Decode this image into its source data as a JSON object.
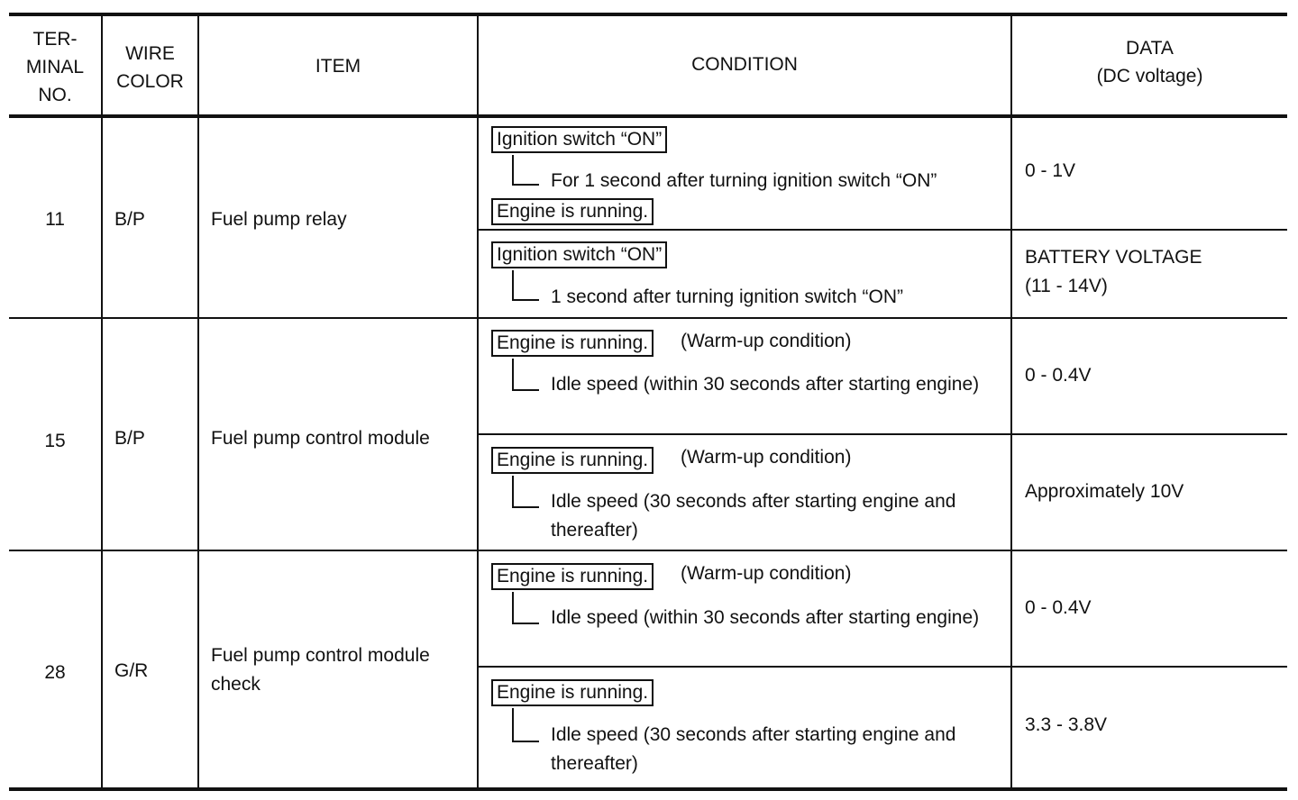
{
  "header": {
    "terminal": "TER-\nMINAL\nNO.",
    "wire": "WIRE\nCOLOR",
    "item": "ITEM",
    "condition": "CONDITION",
    "data": "DATA\n(DC voltage)"
  },
  "rows": [
    {
      "terminal": "11",
      "wire": "B/P",
      "item": "Fuel pump relay",
      "conditions": [
        {
          "box1": "Ignition switch “ON”",
          "sub": "For 1 second after turning ignition switch “ON”",
          "box2": "Engine is running.",
          "data": "0 - 1V"
        },
        {
          "box1": "Ignition switch “ON”",
          "sub": "1 second after turning ignition switch “ON”",
          "data": "BATTERY VOLTAGE\n(11 - 14V)"
        }
      ]
    },
    {
      "terminal": "15",
      "wire": "B/P",
      "item": "Fuel pump control module",
      "conditions": [
        {
          "box1": "Engine is running.",
          "note": "(Warm-up condition)",
          "sub": "Idle speed (within 30 seconds after starting engine)",
          "data": "0 - 0.4V"
        },
        {
          "box1": "Engine is running.",
          "note": "(Warm-up condition)",
          "sub": "Idle speed (30 seconds after starting engine and thereafter)",
          "data": "Approximately 10V"
        }
      ]
    },
    {
      "terminal": "28",
      "wire": "G/R",
      "item": "Fuel pump control module check",
      "conditions": [
        {
          "box1": "Engine is running.",
          "note": "(Warm-up condition)",
          "sub": "Idle speed (within 30 seconds after starting engine)",
          "data": "0 - 0.4V"
        },
        {
          "box1": "Engine is running.",
          "sub": "Idle speed (30 seconds after starting engine and thereafter)",
          "data": "3.3 - 3.8V"
        }
      ]
    }
  ]
}
